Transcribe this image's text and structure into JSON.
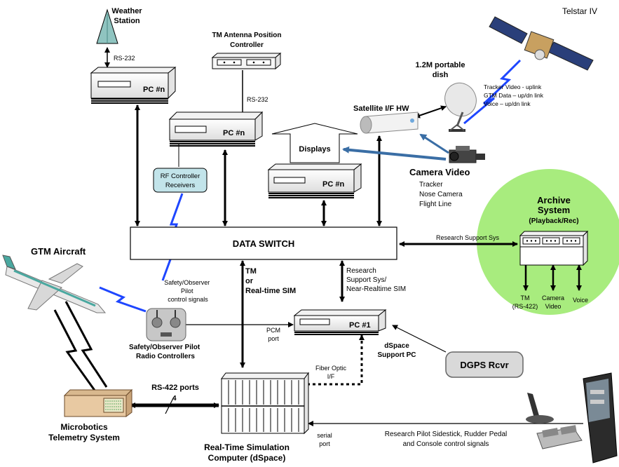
{
  "telstar": "Telstar IV",
  "weather": [
    "Weather",
    "Station"
  ],
  "rs232_weather": "RS-232",
  "pc_n_top": "PC #n",
  "tm_antenna": [
    "TM Antenna Position",
    "Controller"
  ],
  "rs232_antenna": "RS-232",
  "pc_n_mid": "PC #n",
  "dish": [
    "1.2M portable",
    "dish"
  ],
  "satellite_links": [
    "Tracker Video - uplink",
    "GTM Data – up/dn link",
    "Voice – up/dn link"
  ],
  "satellite_if": "Satellite I/F HW",
  "displays": "Displays",
  "pc_n_low": "PC #n",
  "camera_video": "Camera Video",
  "camera_items": [
    "Tracker",
    "Nose Camera",
    "Flight Line"
  ],
  "rf_controller": [
    "RF Controller",
    "Receivers"
  ],
  "archive_title": [
    "Archive",
    "System"
  ],
  "archive_sub": "(Playback/Rec)",
  "archive_outputs": [
    [
      "TM",
      "(RS-422)"
    ],
    [
      "Camera",
      "Video"
    ],
    [
      "Voice"
    ]
  ],
  "research_support_sys": "Research Support Sys",
  "data_switch": "DATA SWITCH",
  "gtm_aircraft": "GTM Aircraft",
  "tm_sim": [
    "TM",
    "or",
    "Real-time SIM"
  ],
  "research_nrt": [
    "Research",
    "Support Sys/",
    "Near-Realtime SIM"
  ],
  "safety_signals": [
    "Safety/Observer",
    "Pilot",
    "control signals"
  ],
  "safety_radio": [
    "Safety/Observer Pilot",
    "Radio Controllers"
  ],
  "pcm_port": [
    "PCM",
    "port"
  ],
  "pc1": "PC #1",
  "dspace_support": [
    "dSpace",
    "Support PC"
  ],
  "dgps": "DGPS Rcvr",
  "fiber_optic": [
    "Fiber Optic",
    "I/F"
  ],
  "rs422_ports": "RS-422 ports",
  "rs422_count": "4",
  "microbotics": [
    "Microbotics",
    "Telemetry System"
  ],
  "rtsim": [
    "Real-Time Simulation",
    "Computer (dSpace)"
  ],
  "serial_port": [
    "serial",
    "port"
  ],
  "research_pilot": [
    "Research Pilot Sidestick, Rudder Pedal",
    "and Console control signals"
  ]
}
